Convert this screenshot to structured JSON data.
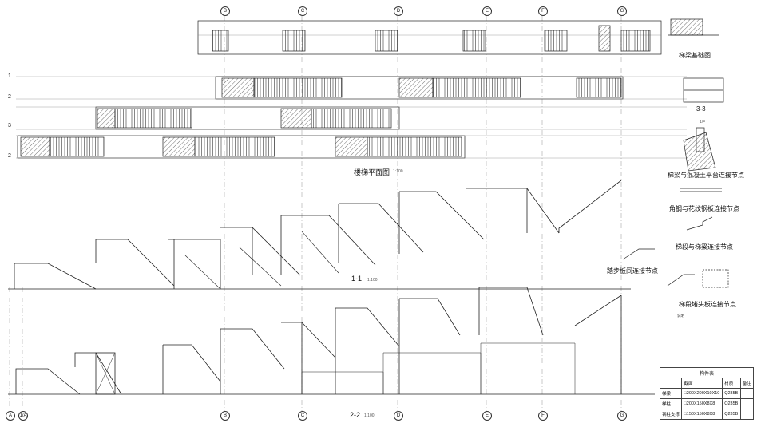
{
  "titles": {
    "plan": "楼梯平面图",
    "section_1": "1-1",
    "section_2": "2-2",
    "detail_base": "梯梁基础图",
    "detail_33": "3-3",
    "detail_concrete": "梯梁与混凝土平台连接节点",
    "detail_angle": "角钢与花纹钢板连接节点",
    "detail_beam": "梯段与梯梁连接节点",
    "detail_tread": "踏步板间连接节点",
    "detail_end": "梯段堵头板连接节点"
  },
  "scales": {
    "plan": "1:100",
    "section_1": "1:100",
    "section_2": "1:100"
  },
  "top_axes": [
    "B",
    "C",
    "D",
    "E",
    "F",
    "G"
  ],
  "bottom_axes": [
    "A",
    "1/A",
    "B",
    "C",
    "D",
    "E",
    "F",
    "G"
  ],
  "row_labels": [
    "1",
    "2",
    "3",
    "2"
  ],
  "material_table": {
    "title": "构件表",
    "headers": [
      "",
      "截面",
      "材质",
      "备注"
    ],
    "rows": [
      {
        "name": "梯梁",
        "section": "□200X200X10X10",
        "grade": "Q235B",
        "note": ""
      },
      {
        "name": "梯柱",
        "section": "□200X150X8X8",
        "grade": "Q235B",
        "note": ""
      },
      {
        "name": "钢柱支撑",
        "section": "□150X150X8X8",
        "grade": "Q235B",
        "note": ""
      }
    ]
  },
  "notes_label": "说明",
  "symbols": {
    "slope": "1/F"
  },
  "colors": {
    "line": "#222222",
    "grid": "#666666",
    "hatch": "#333333",
    "paper": "#ffffff"
  }
}
